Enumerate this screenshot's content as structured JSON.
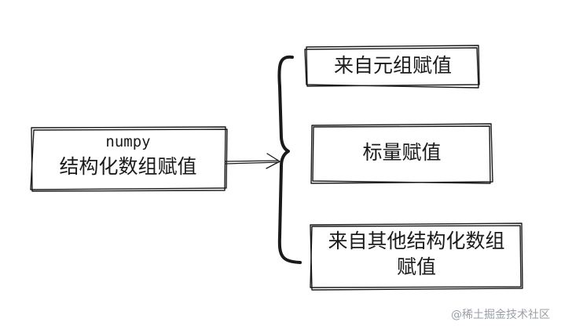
{
  "source": {
    "line1": "numpy",
    "line2": "结构化数组赋值"
  },
  "targets": [
    {
      "label": "来自元组赋值"
    },
    {
      "label": "标量赋值"
    },
    {
      "line1": "来自其他结构化数组",
      "line2": "赋值"
    }
  ],
  "watermark": "@稀土掘金技术社区",
  "colors": {
    "ink": "#1a1a1a",
    "background": "#ffffff",
    "watermark": "#9aa0a6"
  }
}
